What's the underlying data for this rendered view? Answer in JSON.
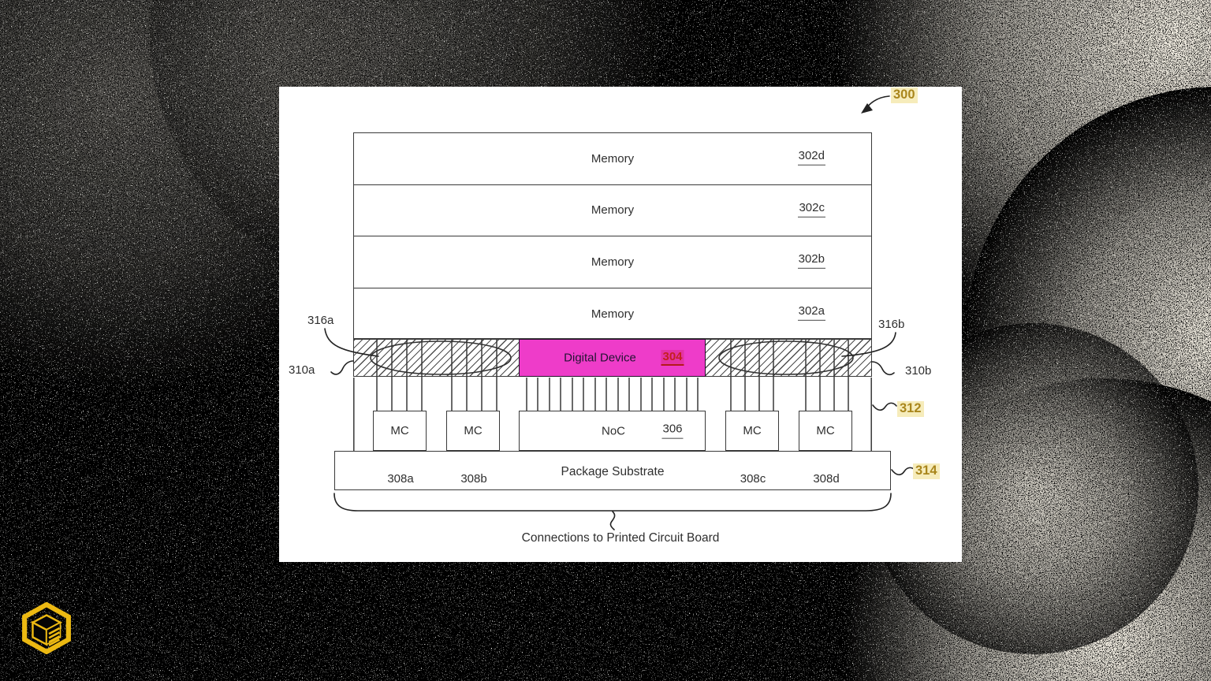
{
  "figure": {
    "ref_label": "300",
    "memory_layers": [
      {
        "label": "Memory",
        "ref": "302d"
      },
      {
        "label": "Memory",
        "ref": "302c"
      },
      {
        "label": "Memory",
        "ref": "302b"
      },
      {
        "label": "Memory",
        "ref": "302a"
      }
    ],
    "digital_device": {
      "label": "Digital Device",
      "ref": "304"
    },
    "interposer": {
      "left_tsv_group_ref": "316a",
      "right_tsv_group_ref": "316b",
      "left_hatch_ref": "310a",
      "right_hatch_ref": "310b"
    },
    "logic_die_ref": "312",
    "noc": {
      "label": "NoC",
      "ref": "306"
    },
    "memory_controllers": [
      {
        "label": "MC",
        "ref": "308a"
      },
      {
        "label": "MC",
        "ref": "308b"
      },
      {
        "label": "MC",
        "ref": "308c"
      },
      {
        "label": "MC",
        "ref": "308d"
      }
    ],
    "package_substrate": {
      "label": "Package Substrate",
      "ref": "314"
    },
    "pcb_caption": "Connections to Printed Circuit Board"
  },
  "colors": {
    "page_bg": "#000000",
    "card_bg": "#ffffff",
    "line": "#3a3a3a",
    "digital_device_fill": "#ee3cc9",
    "ref_304_text": "#c41f1f",
    "gold_ref_text": "#a9861c",
    "gold_ref_bg": "#f6ecbb",
    "logo_yellow": "#ecb912"
  },
  "logo": {
    "icon": "hexagon-stack-logo"
  }
}
